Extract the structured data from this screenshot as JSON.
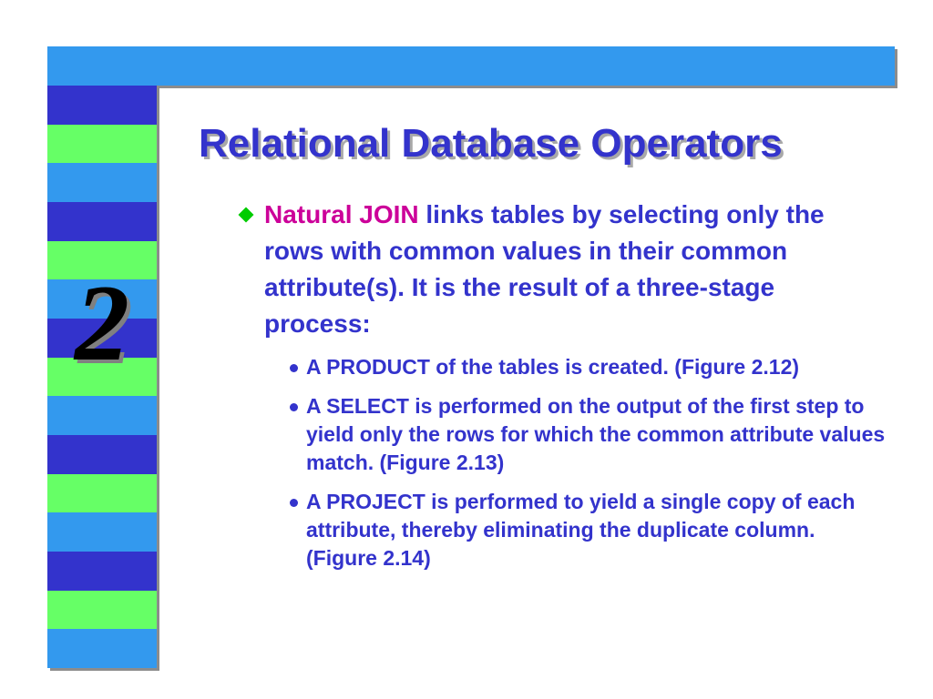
{
  "slide": {
    "chapter_number": "2",
    "title": "Relational Database Operators",
    "main_bullet": {
      "highlight": "Natural JOIN",
      "text": " links tables by selecting only the rows with common values in their common attribute(s). It is the result of a three-stage process:"
    },
    "sub_bullets": [
      "A PRODUCT of the tables is created. (Figure 2.12)",
      "A SELECT is performed on the output of the first step to yield only the rows for which the common attribute values match. (Figure 2.13)",
      "A PROJECT is performed to yield a single copy of each attribute, thereby eliminating the duplicate column. (Figure 2.14)"
    ]
  },
  "colors": {
    "title": "#3333cc",
    "highlight": "#cc0099",
    "bullet_diamond": "#00cc00",
    "stripes": [
      "#3333cc",
      "#66ff66",
      "#3399ee"
    ]
  }
}
